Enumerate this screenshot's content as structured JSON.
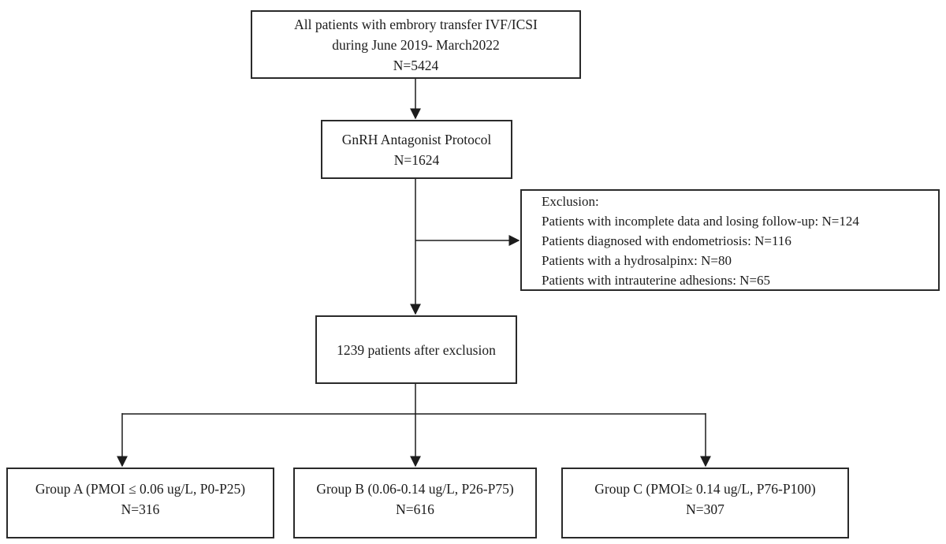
{
  "flowchart": {
    "all_patients": {
      "line1": "All patients with embrory transfer IVF/ICSI",
      "line2": "during June 2019- March2022",
      "line3": "N=5424"
    },
    "gnrh": {
      "line1": "GnRH Antagonist Protocol",
      "line2": "N=1624"
    },
    "exclusion": {
      "title": "Exclusion:",
      "items": [
        "Patients with incomplete data and losing follow-up: N=124",
        "Patients diagnosed with endometriosis: N=116",
        "Patients with a hydrosalpinx: N=80",
        "Patients with intrauterine adhesions: N=65"
      ]
    },
    "after_exclusion": {
      "line1": "1239 patients after exclusion"
    },
    "groups": [
      {
        "line1": "Group A (PMOI ≤ 0.06 ug/L, P0-P25)",
        "line2": "N=316"
      },
      {
        "line1": "Group B (0.06-0.14 ug/L, P26-P75)",
        "line2": "N=616"
      },
      {
        "line1": "Group C (PMOI≥ 0.14 ug/L, P76-P100)",
        "line2": "N=307"
      }
    ],
    "colors": {
      "line": "#1c1c1c",
      "text": "#1c1c1c",
      "box_border": "#2a2a2a",
      "background": "#ffffff"
    }
  }
}
